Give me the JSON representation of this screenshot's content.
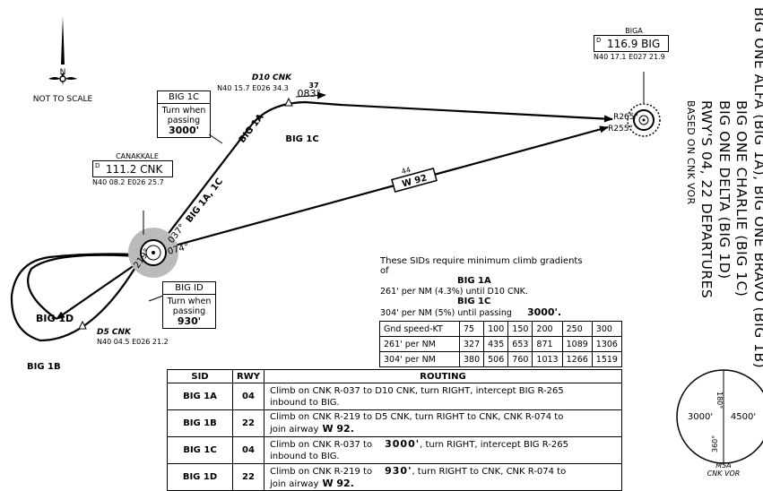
{
  "title": {
    "line1": "BIG ONE ALFA (BIG 1A), BIG ONE BRAVO (BIG 1B)",
    "line2": "BIG ONE CHARLIE (BIG 1C)",
    "line3": "BIG ONE DELTA (BIG 1D)",
    "line4": "RWY'S 04, 22 DEPARTURES",
    "line5": "BASED ON CNK VOR"
  },
  "north": {
    "label": "N",
    "scale": "NOT TO SCALE"
  },
  "canakkale": {
    "name": "CANAKKALE",
    "prefix": "D",
    "freq": "111.2 CNK",
    "coords": "N40 08.2 E026 25.7"
  },
  "biga": {
    "name": "BIGA",
    "prefix": "D",
    "freq": "116.9 BIG",
    "coords": "N40 17.1 E027 21.9"
  },
  "d10": {
    "name": "D10 CNK",
    "coords": "N40 15.7 E026 34.3"
  },
  "d5": {
    "name": "D5 CNK",
    "coords": "N40 04.5 E026 21.2"
  },
  "labels": {
    "r265": "R265°",
    "r255": "R255°",
    "r037": "037°",
    "r219": "219°",
    "r074": "074°",
    "c083": "083°",
    "dist37": "37",
    "dist44": "44",
    "airway": "W 92",
    "big1a": "BIG 1A",
    "big1a1c": "BIG 1A, 1C",
    "big1c": "BIG 1C",
    "big1d": "BIG 1D",
    "big1b": "BIG 1B"
  },
  "callout1c": {
    "header": "BIG 1C",
    "l1": "Turn when",
    "l2": "passing",
    "alt": "3000'"
  },
  "callout1d": {
    "header": "BIG ID",
    "l1": "Turn when",
    "l2": "passing",
    "alt": "930'"
  },
  "gradients": {
    "intro1": "These SIDs require minimum climb gradients",
    "intro2": "of",
    "h1": "BIG 1A",
    "t1": "261' per NM (4.3%) until D10 CNK.",
    "h2": "BIG 1C",
    "t2": "304' per NM (5%) until passing",
    "t2alt": "3000'.",
    "table": {
      "row1": [
        "Gnd speed-KT",
        "75",
        "100",
        "150",
        "200",
        "250",
        "300"
      ],
      "row2": [
        "261' per NM",
        "327",
        "435",
        "653",
        "871",
        "1089",
        "1306"
      ],
      "row3": [
        "304' per NM",
        "380",
        "506",
        "760",
        "1013",
        "1266",
        "1519"
      ]
    }
  },
  "routing": {
    "headers": [
      "SID",
      "RWY",
      "ROUTING"
    ],
    "rows": [
      {
        "sid": "BIG 1A",
        "rwy": "04",
        "l1": "Climb on CNK R-037 to D10 CNK, turn RIGHT, intercept BIG R-265",
        "l2": "inbound to BIG.",
        "l2b": ""
      },
      {
        "sid": "BIG 1B",
        "rwy": "22",
        "l1": "Climb on CNK R-219 to D5 CNK, turn RIGHT to CNK, CNK R-074 to",
        "l2": "join airway",
        "l2b": "W 92."
      },
      {
        "sid": "BIG 1C",
        "rwy": "04",
        "l1a": "Climb on CNK R-037 to",
        "l1alt": "3000'",
        "l1b": ", turn RIGHT, intercept BIG R-265",
        "l2": "inbound to BIG.",
        "l2b": ""
      },
      {
        "sid": "BIG 1D",
        "rwy": "22",
        "l1a": "Climb on CNK R-219 to",
        "l1alt": "930'",
        "l1b": ", turn RIGHT to CNK, CNK R-074 to",
        "l2": "join airway",
        "l2b": "W 92."
      }
    ]
  },
  "msa": {
    "r180": "180°",
    "r360": "360°",
    "left": "3000'",
    "right": "4500'",
    "label": "MSA",
    "sub": "CNK VOR"
  }
}
